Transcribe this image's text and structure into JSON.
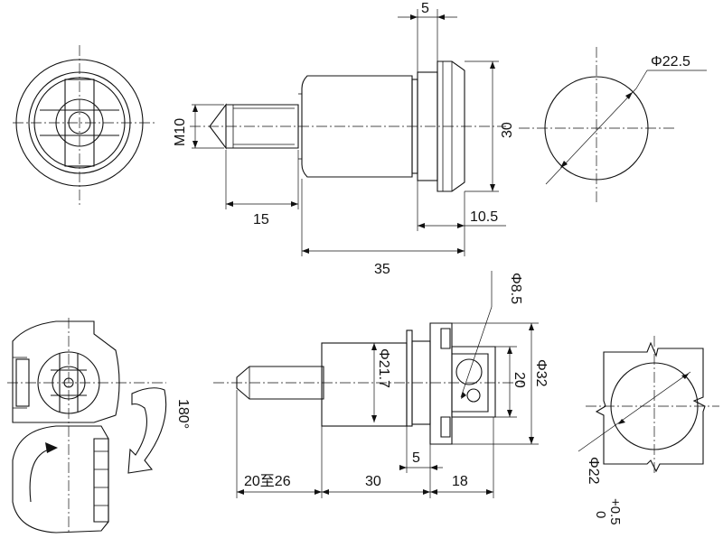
{
  "dimensions": {
    "top_flange_width": "5",
    "top_head_dia": "Φ22.5",
    "top_thread": "M10",
    "top_height": "30",
    "top_stem_length": "15",
    "top_flange_offset": "10.5",
    "top_total_length": "35",
    "bottom_hole_dia": "Φ8.5",
    "bottom_body_dia": "Φ21.7",
    "bottom_slot_height": "20",
    "bottom_outer_dia": "Φ32",
    "bottom_flange_width": "5",
    "bottom_stem_range": "20至26",
    "bottom_body_length": "30",
    "bottom_head_length": "18",
    "cutout_dia": "Φ22",
    "tolerance_upper": "+0.5",
    "tolerance_lower": "0",
    "rotation_angle": "180°"
  }
}
